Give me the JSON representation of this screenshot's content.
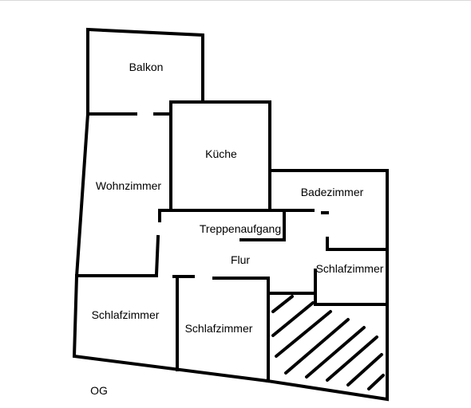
{
  "floor_label": "OG",
  "rooms": {
    "balkon": "Balkon",
    "kueche": "Küche",
    "wohnzimmer": "Wohnzimmer",
    "badezimmer": "Badezimmer",
    "treppenaufgang": "Treppenaufgang",
    "flur": "Flur",
    "schlafzimmer_right": "Schlafzimmer",
    "schlafzimmer_left": "Schlafzimmer",
    "schlafzimmer_middle": "Schlafzimmer"
  }
}
